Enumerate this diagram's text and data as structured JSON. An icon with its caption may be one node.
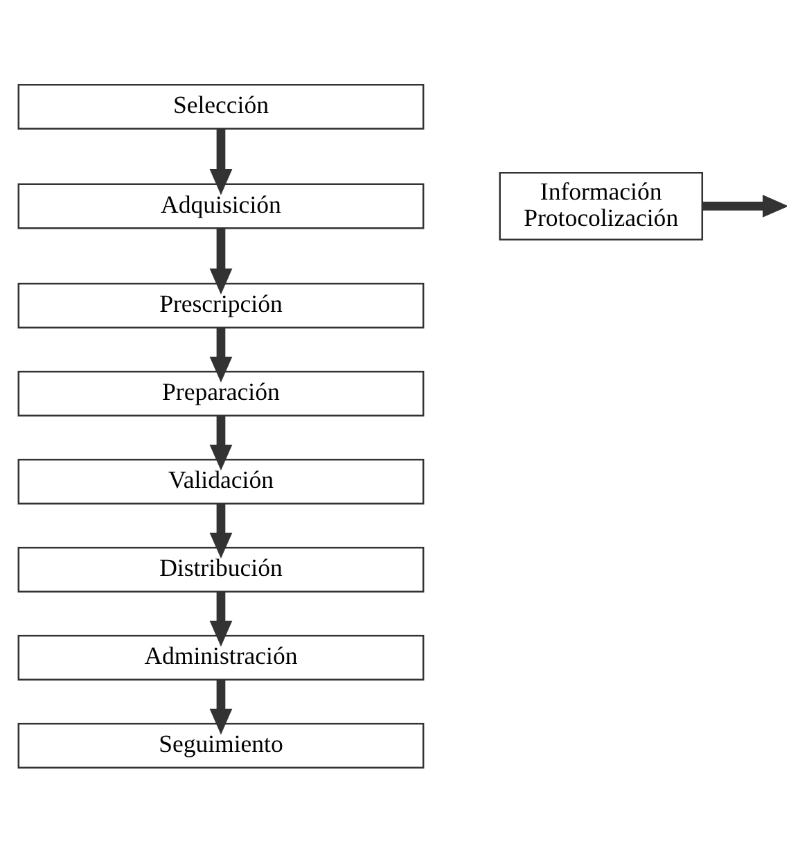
{
  "diagram": {
    "nodes": [
      {
        "text": [
          "Selección"
        ]
      },
      {
        "text": [
          "Adquisición"
        ]
      },
      {
        "text": [
          "Prescripción"
        ]
      },
      {
        "text": [
          "Preparación"
        ]
      },
      {
        "text": [
          "Validación"
        ]
      },
      {
        "text": [
          "Distribución"
        ]
      },
      {
        "text": [
          "Administración"
        ]
      },
      {
        "text": [
          "Seguimiento"
        ]
      },
      {
        "text": [
          "Información",
          "Protocolización"
        ]
      }
    ],
    "edges": [
      {
        "from": 0,
        "to": 1,
        "arrow": "to"
      },
      {
        "from": 1,
        "to": 2,
        "arrow": "to"
      },
      {
        "from": 2,
        "to": 3,
        "arrow": "to"
      },
      {
        "from": 3,
        "to": 4,
        "arrow": "to"
      },
      {
        "from": 4,
        "to": 5,
        "arrow": "to"
      },
      {
        "from": 5,
        "to": 6,
        "arrow": "to"
      },
      {
        "from": 6,
        "to": 7,
        "arrow": "to"
      },
      {
        "from": 8,
        "to": null,
        "arrow": "to"
      }
    ]
  }
}
